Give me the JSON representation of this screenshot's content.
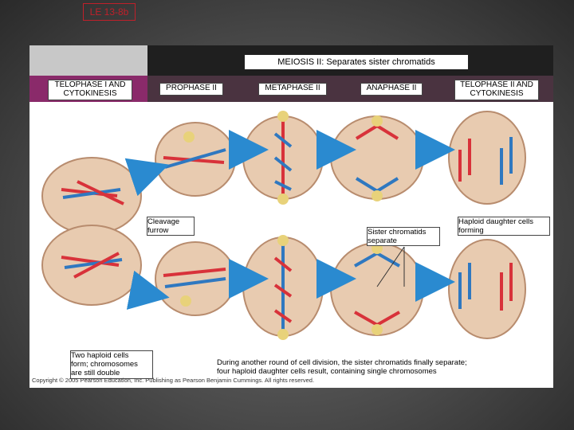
{
  "slide_title": "LE 13-8b",
  "banner": "MEIOSIS II: Separates sister chromatids",
  "phases": {
    "telophase_1": "TELOPHASE I AND\nCYTOKINESIS",
    "prophase_2": "PROPHASE II",
    "metaphase_2": "METAPHASE II",
    "anaphase_2": "ANAPHASE II",
    "telophase_2": "TELOPHASE II AND\nCYTOKINESIS"
  },
  "annotations": {
    "cleavage_furrow": "Cleavage\nfurrow",
    "sister_chromatids": "Sister chromatids\nseparate",
    "haploid_daughter": "Haploid daughter cells\nforming",
    "two_haploid": "Two haploid cells\nform; chromosomes\nare still double",
    "description": "During another round of cell division, the sister chromatids finally separate;\nfour haploid daughter cells result, containing single chromosomes"
  },
  "copyright": "Copyright © 2005 Pearson Education, Inc. Publishing as Pearson Benjamin Cummings. All rights reserved.",
  "colors": {
    "cell_fill": "#e8cbb0",
    "cell_stroke": "#b88c6e",
    "chromosome_red": "#d8323a",
    "chromosome_blue": "#2f78c0",
    "arrow_blue": "#2a8ad0",
    "header_purple": "#8a2a6a"
  }
}
